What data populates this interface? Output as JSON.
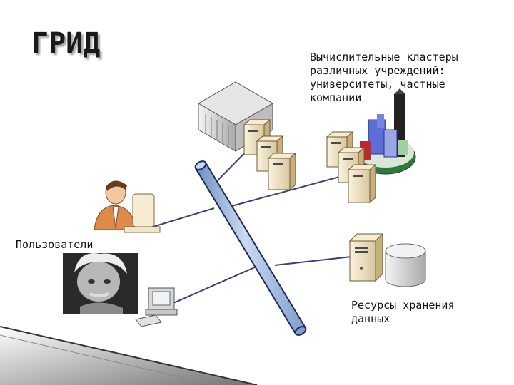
{
  "slide": {
    "title": "ГРИД",
    "clusters_label": "Вычислительные кластеры\nразличных учреждений:\nуниверситеты, частные\nкомпании",
    "users_label": "Пользователи",
    "storage_label": "Ресурсы хранения\nданных"
  },
  "colors": {
    "grid_pipe": "#9cb5d6",
    "grid_pipe_outline": "#1c2a5a",
    "link_line": "#3a3f7a",
    "city_base": "#2f7a3a"
  }
}
